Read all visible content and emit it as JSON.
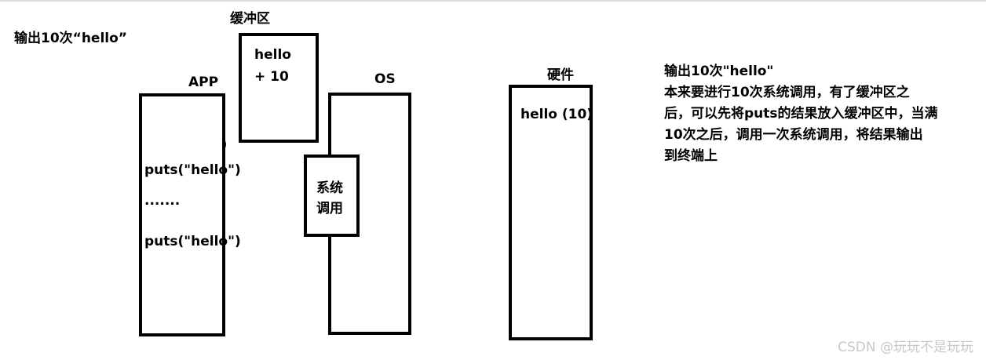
{
  "left_label": "输出10次“hello”",
  "buffer": {
    "label": "缓冲区",
    "line1": "hello",
    "line2": "+ 10"
  },
  "app": {
    "label": "APP",
    "paren": ")",
    "code_line1": "puts(\"hello\")",
    "dots": ".......",
    "code_line2": "puts(\"hello\")"
  },
  "os": {
    "label": "OS",
    "syscall_line1": "系统",
    "syscall_line2": "调用"
  },
  "hardware": {
    "label": "硬件",
    "content": "hello (10)"
  },
  "note": {
    "lines": [
      "输出10次\"hello\"",
      "本来要进行10次系统调用，有了缓冲区之",
      "后，可以先将puts的结果放入缓冲区中，当满",
      "10次之后，调用一次系统调用，将结果输出",
      "到终端上"
    ]
  },
  "watermark": "CSDN @玩玩不是玩玩"
}
